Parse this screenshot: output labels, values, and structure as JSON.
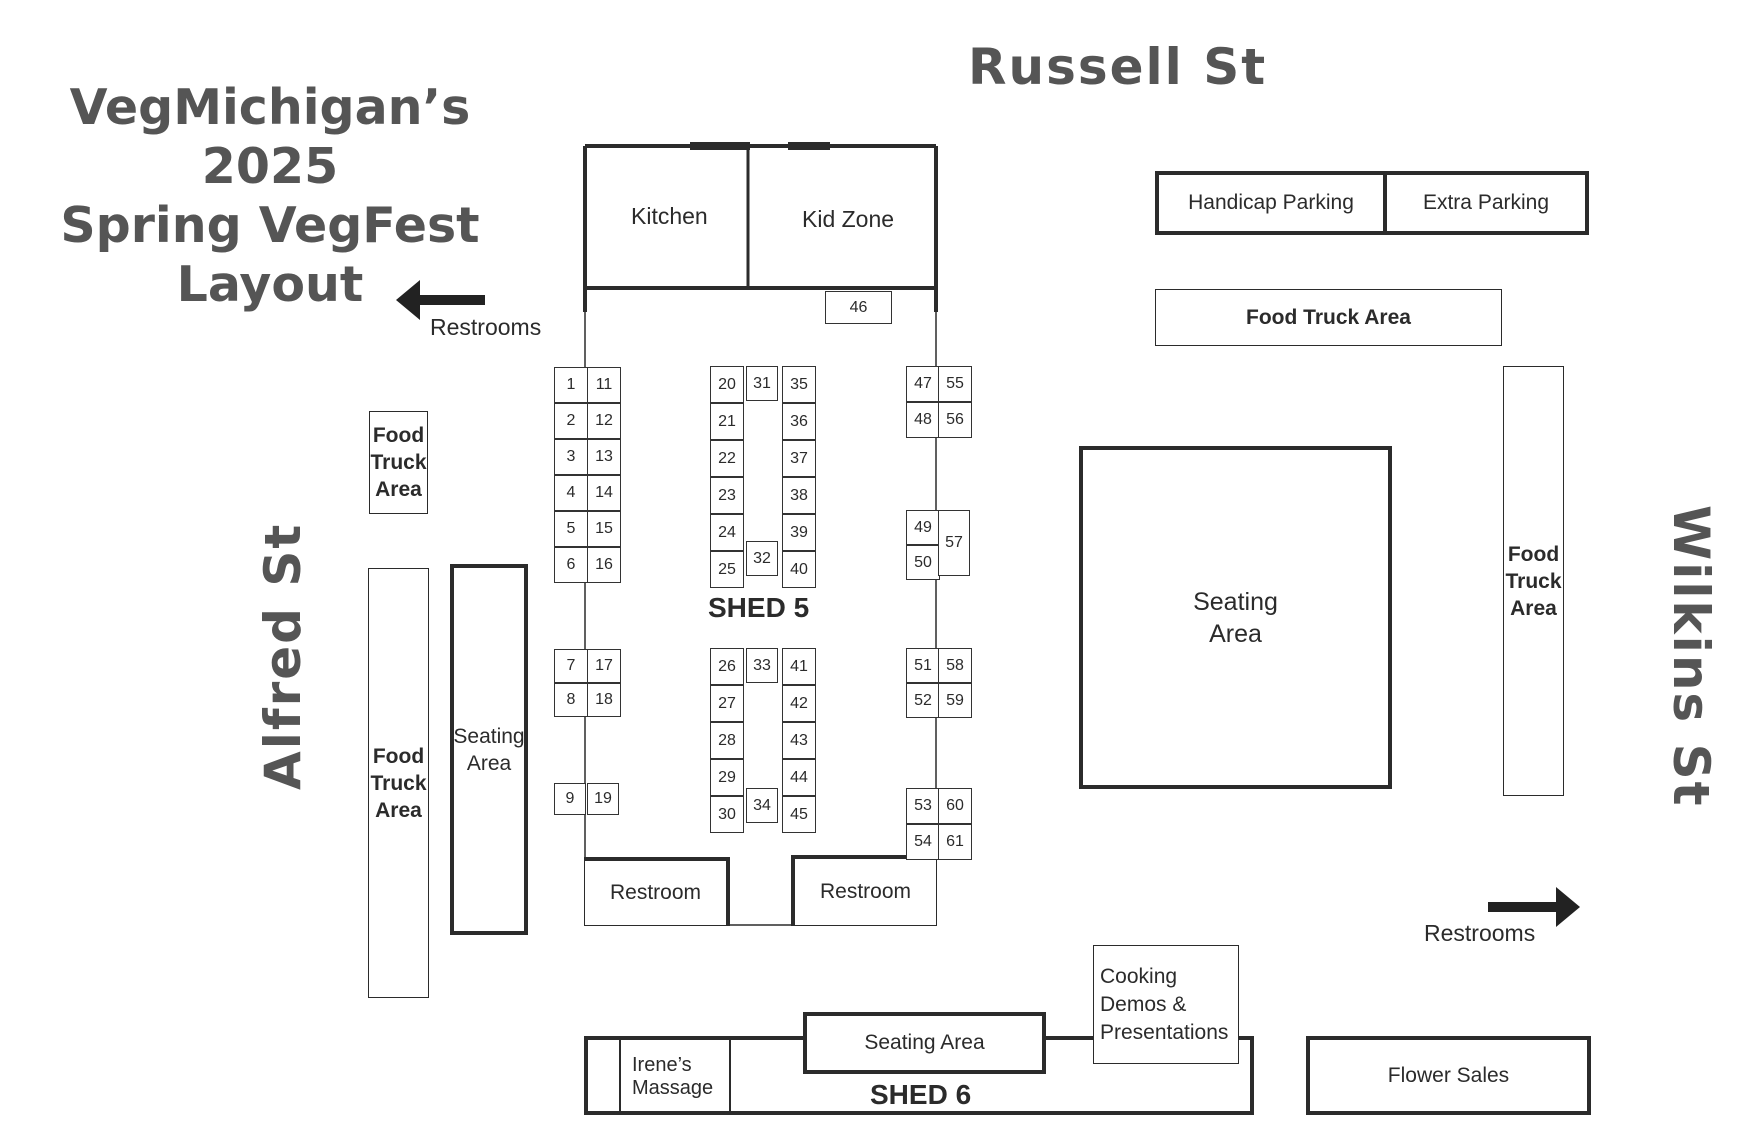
{
  "title": "VegMichigan’s 2025\nSpring VegFest\nLayout",
  "streets": {
    "north": "Russell St",
    "west": "Alfred St",
    "east": "Wilkins St"
  },
  "areas": {
    "kitchen": "Kitchen",
    "kid_zone": "Kid Zone",
    "handicap_parking": "Handicap Parking",
    "extra_parking": "Extra Parking",
    "food_truck_top": "Food Truck Area",
    "food_truck_left_small": "Food\nTruck\nArea",
    "food_truck_left_tall": "Food\nTruck\nArea",
    "food_truck_right": "Food\nTruck\nArea",
    "seating_left": "Seating\nArea",
    "seating_center": "Seating\nArea",
    "seating_shed6": "Seating Area",
    "restroom_left": "Restroom",
    "restroom_right": "Restroom",
    "cooking_demos": "Cooking\nDemos &\nPresentations",
    "irenes_massage": "Irene’s\nMassage",
    "flower_sales": "Flower Sales",
    "shed5": "SHED 5",
    "shed6": "SHED 6"
  },
  "directions": {
    "restrooms_left": "Restrooms",
    "restrooms_right": "Restrooms"
  },
  "booths": {
    "b46": "46",
    "col1": [
      "1",
      "2",
      "3",
      "4",
      "5",
      "6"
    ],
    "col2": [
      "11",
      "12",
      "13",
      "14",
      "15",
      "16"
    ],
    "col1b": [
      "7",
      "8"
    ],
    "col2b": [
      "17",
      "18"
    ],
    "b9": "9",
    "b19": "19",
    "col20": [
      "20",
      "21",
      "22",
      "23",
      "24",
      "25"
    ],
    "col35": [
      "35",
      "36",
      "37",
      "38",
      "39",
      "40"
    ],
    "b31": "31",
    "b32": "32",
    "col26": [
      "26",
      "27",
      "28",
      "29",
      "30"
    ],
    "col41": [
      "41",
      "42",
      "43",
      "44",
      "45"
    ],
    "b33": "33",
    "b34": "34",
    "col47": [
      "47",
      "48"
    ],
    "col55": [
      "55",
      "56"
    ],
    "col49": [
      "49",
      "50"
    ],
    "b57": "57",
    "col51": [
      "51",
      "52"
    ],
    "col58": [
      "58",
      "59"
    ],
    "col53": [
      "53",
      "54"
    ],
    "col60": [
      "60",
      "61"
    ]
  },
  "colors": {
    "line": "#2b2b2b",
    "street_text": "#555555"
  }
}
